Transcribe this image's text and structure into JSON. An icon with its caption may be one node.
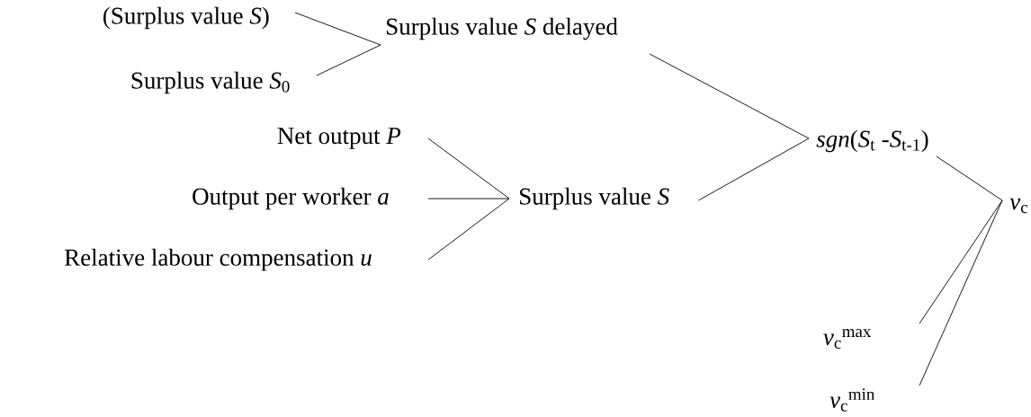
{
  "diagram": {
    "nodes": [
      {
        "text": [
          "(Surplus value *S*)"
        ]
      },
      {
        "text": [
          "Surplus value *S*$_{0}$"
        ]
      },
      {
        "text": [
          "Surplus value *S* delayed"
        ]
      },
      {
        "text": [
          "Net output *P*"
        ]
      },
      {
        "text": [
          "Output per worker *a*"
        ]
      },
      {
        "text": [
          "Relative labour compensation *u*"
        ]
      },
      {
        "text": [
          "Surplus value *S*"
        ]
      },
      {
        "text": [
          "*sgn*(*S*$_{t}$ -*S*$_{t-1}$)"
        ]
      },
      {
        "text": [
          "*v*$_{c}$"
        ]
      },
      {
        "text": [
          "*v*$_{c}$$^{max}$"
        ]
      },
      {
        "text": [
          "*v*$_{c}$$^{min}$"
        ]
      }
    ],
    "edges": [
      {
        "from": 0,
        "to": 2,
        "arrow": "none"
      },
      {
        "from": 1,
        "to": 2,
        "arrow": "none"
      },
      {
        "from": 3,
        "to": 6,
        "arrow": "none"
      },
      {
        "from": 4,
        "to": 6,
        "arrow": "none"
      },
      {
        "from": 5,
        "to": 6,
        "arrow": "none"
      },
      {
        "from": 2,
        "to": 7,
        "arrow": "none"
      },
      {
        "from": 6,
        "to": 7,
        "arrow": "none"
      },
      {
        "from": 7,
        "to": 8,
        "arrow": "none"
      },
      {
        "from": 9,
        "to": 8,
        "arrow": "none"
      },
      {
        "from": 10,
        "to": 8,
        "arrow": "none"
      }
    ]
  }
}
